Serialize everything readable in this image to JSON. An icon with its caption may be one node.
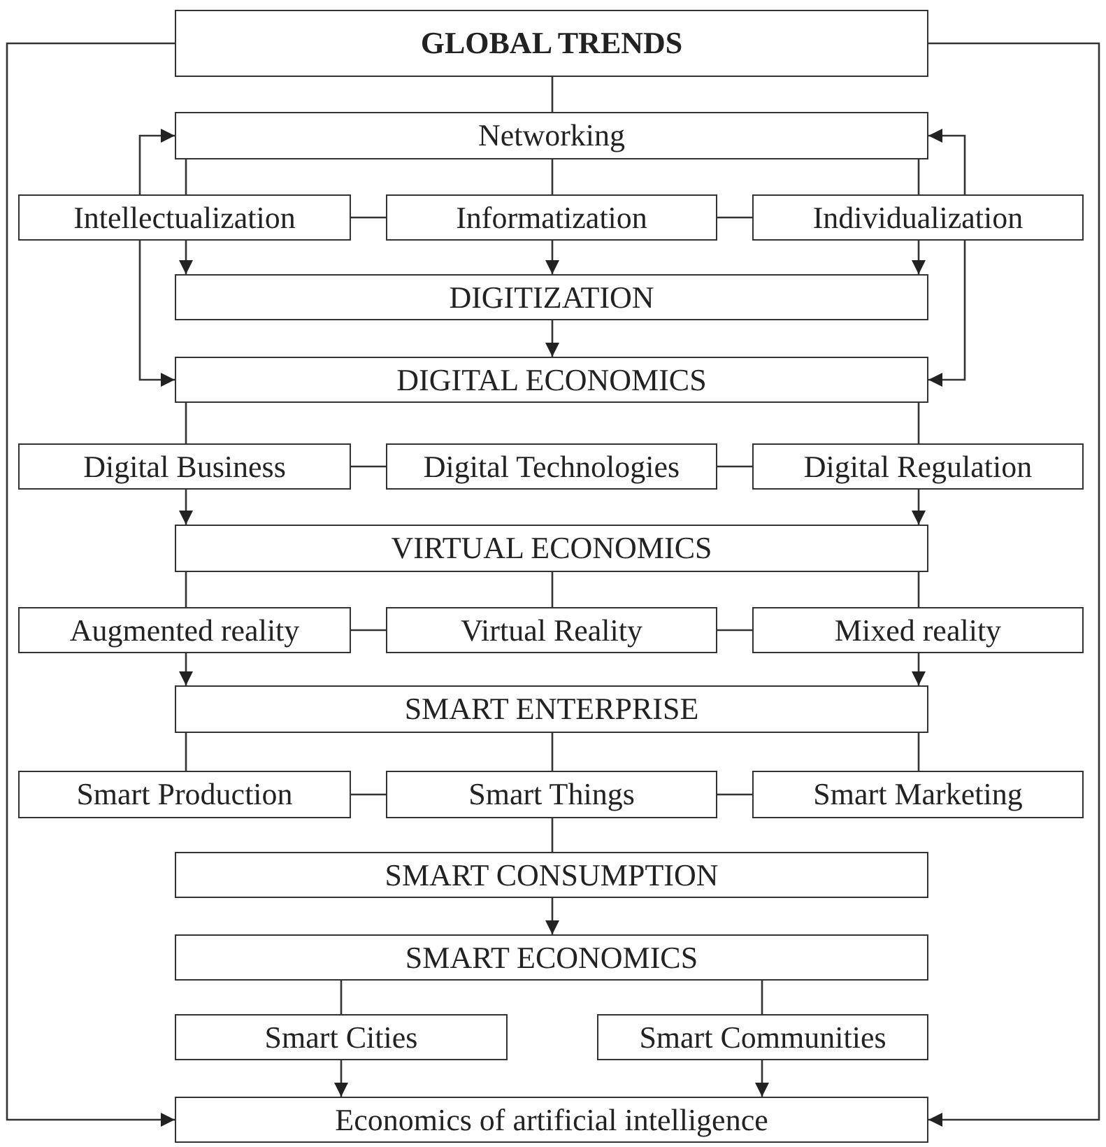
{
  "diagram": {
    "nodes": [
      {
        "text": [
          "GLOBAL TRENDS"
        ]
      },
      {
        "text": [
          "Networking"
        ]
      },
      {
        "text": [
          "Intellectualization"
        ]
      },
      {
        "text": [
          "Informatization"
        ]
      },
      {
        "text": [
          "Individualization"
        ]
      },
      {
        "text": [
          "DIGITIZATION"
        ]
      },
      {
        "text": [
          "DIGITAL ECONOMICS"
        ]
      },
      {
        "text": [
          "Digital Business"
        ]
      },
      {
        "text": [
          "Digital Technologies"
        ]
      },
      {
        "text": [
          "Digital Regulation"
        ]
      },
      {
        "text": [
          "VIRTUAL ECONOMICS"
        ]
      },
      {
        "text": [
          "Augmented reality"
        ]
      },
      {
        "text": [
          "Virtual Reality"
        ]
      },
      {
        "text": [
          "Mixed reality"
        ]
      },
      {
        "text": [
          "SMART ENTERPRISE"
        ]
      },
      {
        "text": [
          "Smart Production"
        ]
      },
      {
        "text": [
          "Smart Things"
        ]
      },
      {
        "text": [
          "Smart Marketing"
        ]
      },
      {
        "text": [
          "SMART CONSUMPTION"
        ]
      },
      {
        "text": [
          "SMART ECONOMICS"
        ]
      },
      {
        "text": [
          "Smart Cities"
        ]
      },
      {
        "text": [
          "Smart Communities"
        ]
      },
      {
        "text": [
          "Economics of artificial intelligence"
        ]
      }
    ],
    "edges": [
      {
        "from": 0,
        "to": 1,
        "arrow": "none"
      },
      {
        "from": 0,
        "to": 22,
        "arrow": "to"
      },
      {
        "from": 0,
        "to": 22,
        "arrow": "to"
      },
      {
        "from": 1,
        "to": 2,
        "arrow": "none"
      },
      {
        "from": 1,
        "to": 3,
        "arrow": "none"
      },
      {
        "from": 1,
        "to": 4,
        "arrow": "none"
      },
      {
        "from": 2,
        "to": 1,
        "arrow": "to"
      },
      {
        "from": 4,
        "to": 1,
        "arrow": "to"
      },
      {
        "from": 2,
        "to": 3,
        "arrow": "none"
      },
      {
        "from": 3,
        "to": 4,
        "arrow": "none"
      },
      {
        "from": 2,
        "to": 5,
        "arrow": "to"
      },
      {
        "from": 3,
        "to": 5,
        "arrow": "to"
      },
      {
        "from": 4,
        "to": 5,
        "arrow": "to"
      },
      {
        "from": 2,
        "to": 6,
        "arrow": "to"
      },
      {
        "from": 4,
        "to": 6,
        "arrow": "to"
      },
      {
        "from": 5,
        "to": 6,
        "arrow": "to"
      },
      {
        "from": 6,
        "to": 7,
        "arrow": "none"
      },
      {
        "from": 6,
        "to": 9,
        "arrow": "none"
      },
      {
        "from": 7,
        "to": 8,
        "arrow": "none"
      },
      {
        "from": 8,
        "to": 9,
        "arrow": "none"
      },
      {
        "from": 7,
        "to": 10,
        "arrow": "to"
      },
      {
        "from": 9,
        "to": 10,
        "arrow": "to"
      },
      {
        "from": 10,
        "to": 11,
        "arrow": "none"
      },
      {
        "from": 10,
        "to": 12,
        "arrow": "none"
      },
      {
        "from": 10,
        "to": 13,
        "arrow": "none"
      },
      {
        "from": 11,
        "to": 12,
        "arrow": "none"
      },
      {
        "from": 12,
        "to": 13,
        "arrow": "none"
      },
      {
        "from": 11,
        "to": 14,
        "arrow": "to"
      },
      {
        "from": 13,
        "to": 14,
        "arrow": "to"
      },
      {
        "from": 14,
        "to": 15,
        "arrow": "none"
      },
      {
        "from": 14,
        "to": 16,
        "arrow": "none"
      },
      {
        "from": 14,
        "to": 17,
        "arrow": "none"
      },
      {
        "from": 15,
        "to": 16,
        "arrow": "none"
      },
      {
        "from": 16,
        "to": 17,
        "arrow": "none"
      },
      {
        "from": 16,
        "to": 18,
        "arrow": "none"
      },
      {
        "from": 18,
        "to": 19,
        "arrow": "to"
      },
      {
        "from": 19,
        "to": 20,
        "arrow": "none"
      },
      {
        "from": 19,
        "to": 21,
        "arrow": "none"
      },
      {
        "from": 20,
        "to": 22,
        "arrow": "to"
      },
      {
        "from": 21,
        "to": 22,
        "arrow": "to"
      }
    ]
  }
}
